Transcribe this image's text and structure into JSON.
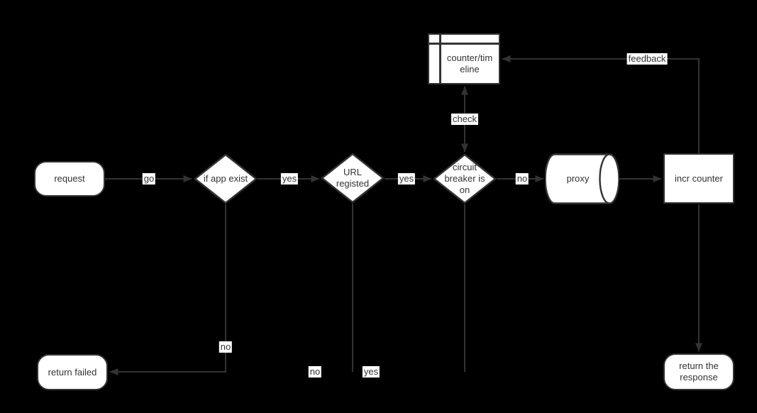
{
  "canvas": {
    "background": "#000000",
    "stroke_color": "#333333",
    "shape_fill": "#ffffff",
    "text_color": "#333333",
    "edge_label_background": "#ffffff"
  },
  "nodes": {
    "request": {
      "label": "request",
      "type": "terminator"
    },
    "if_app_exist": {
      "label": "if app exist",
      "type": "decision"
    },
    "url_registed": {
      "label": "URL registed",
      "type": "decision"
    },
    "circuit_breaker": {
      "label": "circuit breaker is on",
      "type": "decision"
    },
    "proxy": {
      "label": "proxy",
      "type": "direct-access-storage"
    },
    "incr_counter": {
      "label": "incr counter",
      "type": "process"
    },
    "counter_timeline": {
      "label": "counter/timeline",
      "type": "internal-storage"
    },
    "return_failed": {
      "label": "return failed",
      "type": "terminator"
    },
    "return_response": {
      "label": "return the response",
      "type": "terminator"
    }
  },
  "edges": {
    "go": {
      "label": "go",
      "from": "request",
      "to": "if_app_exist"
    },
    "yes_url": {
      "label": "yes",
      "from": "if_app_exist",
      "to": "url_registed"
    },
    "yes_breaker": {
      "label": "yes",
      "from": "url_registed",
      "to": "circuit_breaker"
    },
    "no_proxy": {
      "label": "no",
      "from": "circuit_breaker",
      "to": "proxy"
    },
    "proxy_incr": {
      "label": "",
      "from": "proxy",
      "to": "incr_counter"
    },
    "feedback": {
      "label": "feedback",
      "from": "incr_counter",
      "to": "counter_timeline"
    },
    "check": {
      "label": "check",
      "from": "circuit_breaker",
      "to": "counter_timeline",
      "bidirectional": true
    },
    "no_failed": {
      "label": "no",
      "from": "if_app_exist",
      "to": "return_failed"
    },
    "no_url_failed": {
      "label": "no",
      "from": "url_registed",
      "to": "return_failed"
    },
    "yes_breaker_failed": {
      "label": "yes",
      "from": "circuit_breaker",
      "to": "return_failed"
    },
    "incr_response": {
      "label": "",
      "from": "incr_counter",
      "to": "return_response"
    }
  }
}
